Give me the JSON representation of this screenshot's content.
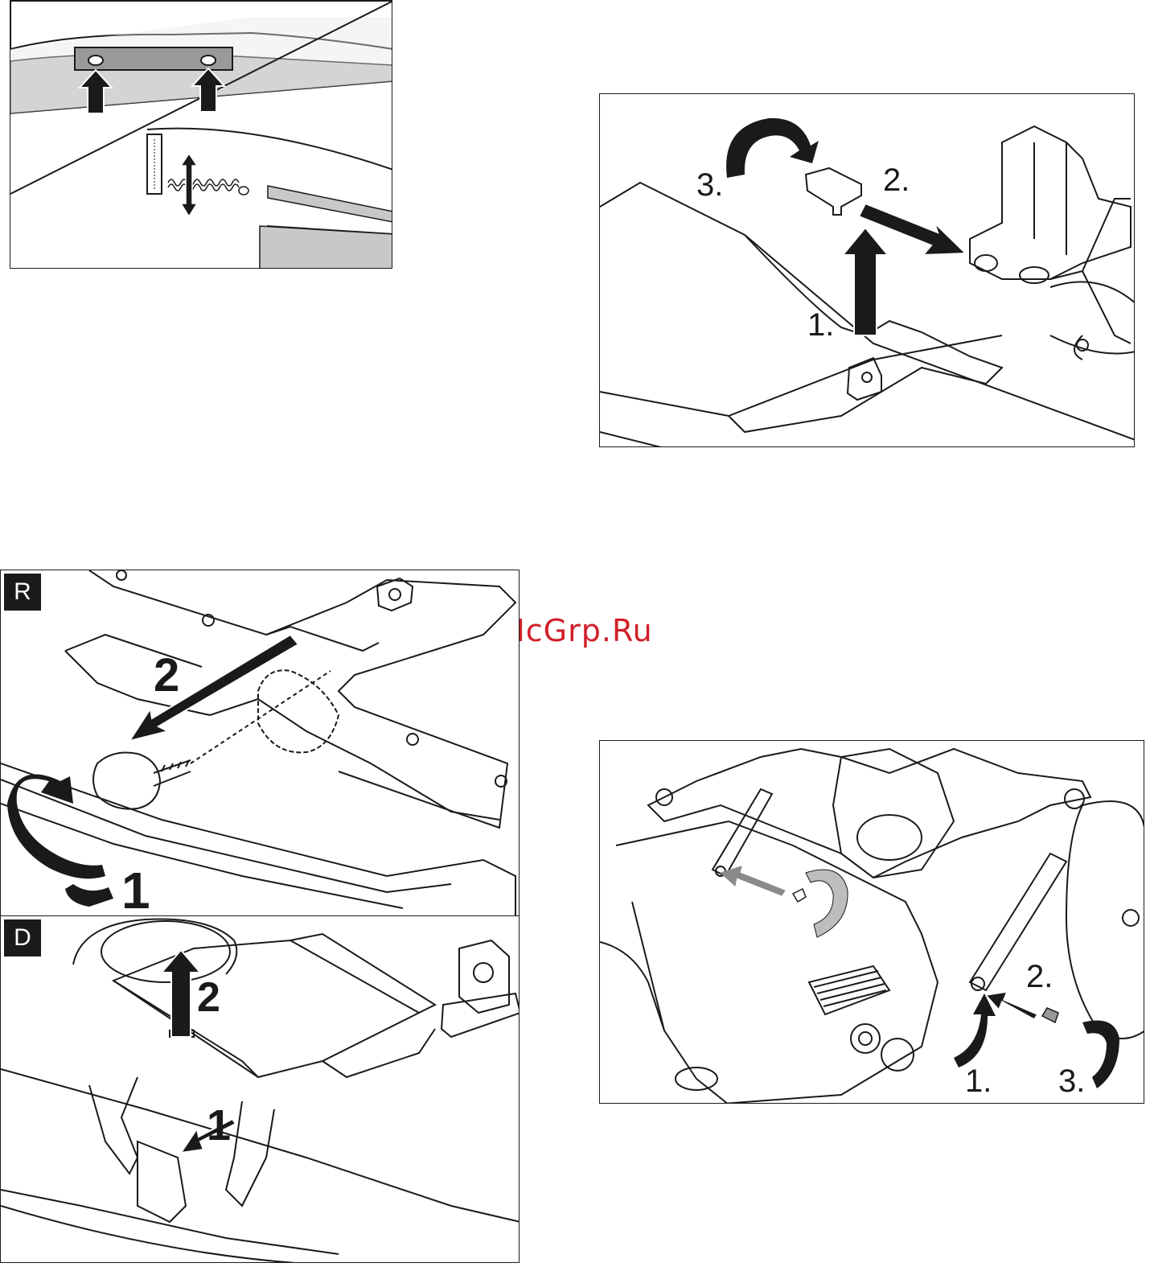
{
  "figures": {
    "fig_spring": {
      "labels": []
    },
    "fig_hitch": {
      "labels": [
        "3.",
        "2.",
        "1."
      ]
    },
    "fig_r": {
      "badge": "R",
      "labels": [
        "2",
        "1"
      ]
    },
    "fig_d": {
      "badge": "D",
      "labels": [
        "2",
        "1"
      ]
    },
    "fig_pins": {
      "labels": [
        "2.",
        "1.",
        "3."
      ]
    }
  },
  "watermark": "McGrp.Ru",
  "colors": {
    "line": "#1a1a1a",
    "shade": "#c8c8c8",
    "watermark": "#d0202a",
    "grey_arrow": "#8a8a8a"
  }
}
